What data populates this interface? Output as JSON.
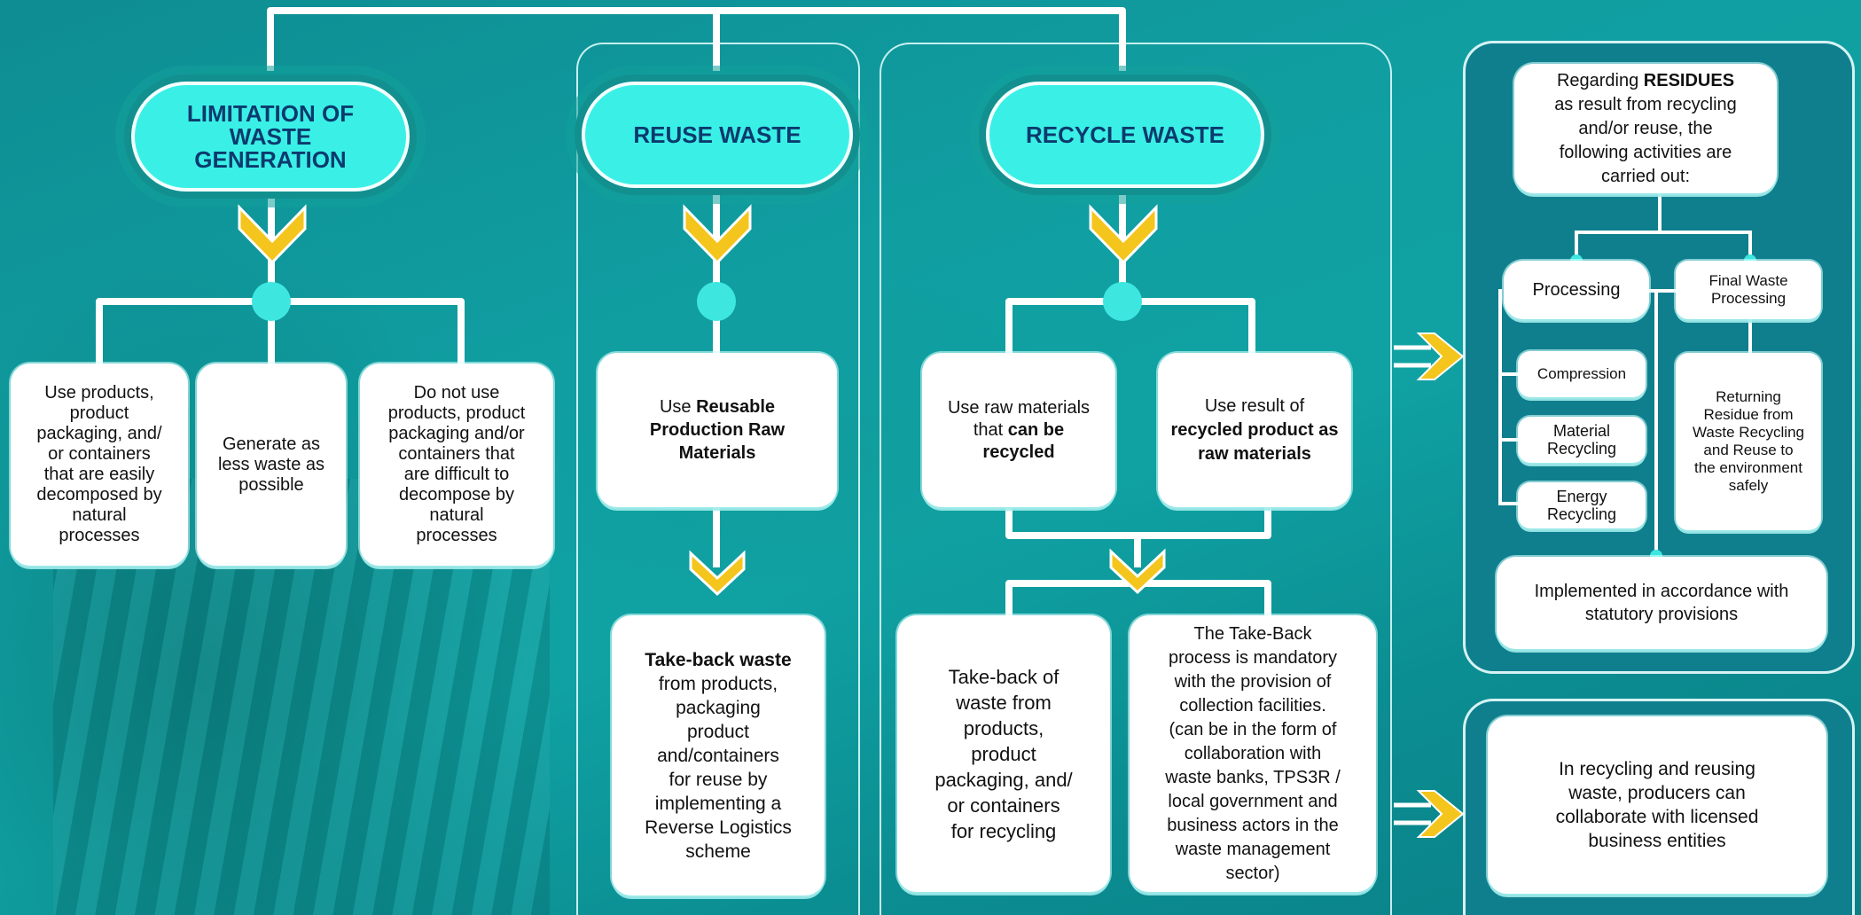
{
  "colors": {
    "accent_cyan": "#3af0e6",
    "pill_text": "#0c3a6e",
    "arrow_yellow": "#f4c51c",
    "background_teal": "#10a2a3"
  },
  "pills": {
    "limitation": [
      "LIMITATION OF",
      "WASTE",
      "GENERATION"
    ],
    "reuse": "REUSE WASTE",
    "recycle": "RECYCLE WASTE"
  },
  "limitation": {
    "box1": [
      "Use products,",
      "product",
      "packaging, and/",
      "or containers",
      "that are easily",
      "decomposed by",
      "natural",
      "processes"
    ],
    "box2": [
      "Generate as",
      "less waste as",
      "possible"
    ],
    "box3": [
      "Do not use",
      "products, product",
      "packaging and/or",
      "containers that",
      "are difficult to",
      "decompose by",
      "natural",
      "processes"
    ]
  },
  "reuse": {
    "box1": {
      "pre": "Use ",
      "bold1": "Reusable",
      "bold2": "Production Raw",
      "bold3": "Materials"
    },
    "box2": {
      "bold": "Take-back waste",
      "lines": [
        "from products,",
        "packaging",
        "product",
        "and/containers",
        "for reuse by",
        "implementing a",
        "Reverse Logistics",
        "scheme"
      ]
    }
  },
  "recycle": {
    "box1": {
      "l1": "Use raw materials",
      "l2pre": "that ",
      "l2bold": "can be",
      "l3bold": "recycled"
    },
    "box2": {
      "l1": "Use result of",
      "l2bold": "recycled product as",
      "l3bold": "raw materials"
    },
    "box3": [
      "Take-back of",
      "waste from",
      "products,",
      "product",
      "packaging, and/",
      "or containers",
      "for recycling"
    ],
    "box4": [
      "The Take-Back",
      "process is mandatory",
      "with the provision of",
      "collection facilities.",
      "(can be in the form of",
      "collaboration with",
      "waste banks, TPS3R /",
      "local government and",
      "business actors in the",
      "waste management",
      "sector)"
    ]
  },
  "residues": {
    "header": {
      "pre": "Regarding ",
      "bold": "RESIDUES",
      "lines": [
        "as result from recycling",
        "and/or reuse, the",
        "following activities are",
        "carried out:"
      ]
    },
    "processing": "Processing",
    "final_processing": [
      "Final Waste",
      "Processing"
    ],
    "compression": "Compression",
    "material_recycling": [
      "Material",
      "Recycling"
    ],
    "energy_recycling": [
      "Energy",
      "Recycling"
    ],
    "returning": [
      "Returning",
      "Residue from",
      "Waste Recycling",
      "and Reuse to",
      "the environment",
      "safely"
    ],
    "implemented": [
      "Implemented in accordance with",
      "statutory provisions"
    ]
  },
  "collaboration": [
    "In recycling and reusing",
    "waste, producers can",
    "collaborate with licensed",
    "business entities"
  ]
}
